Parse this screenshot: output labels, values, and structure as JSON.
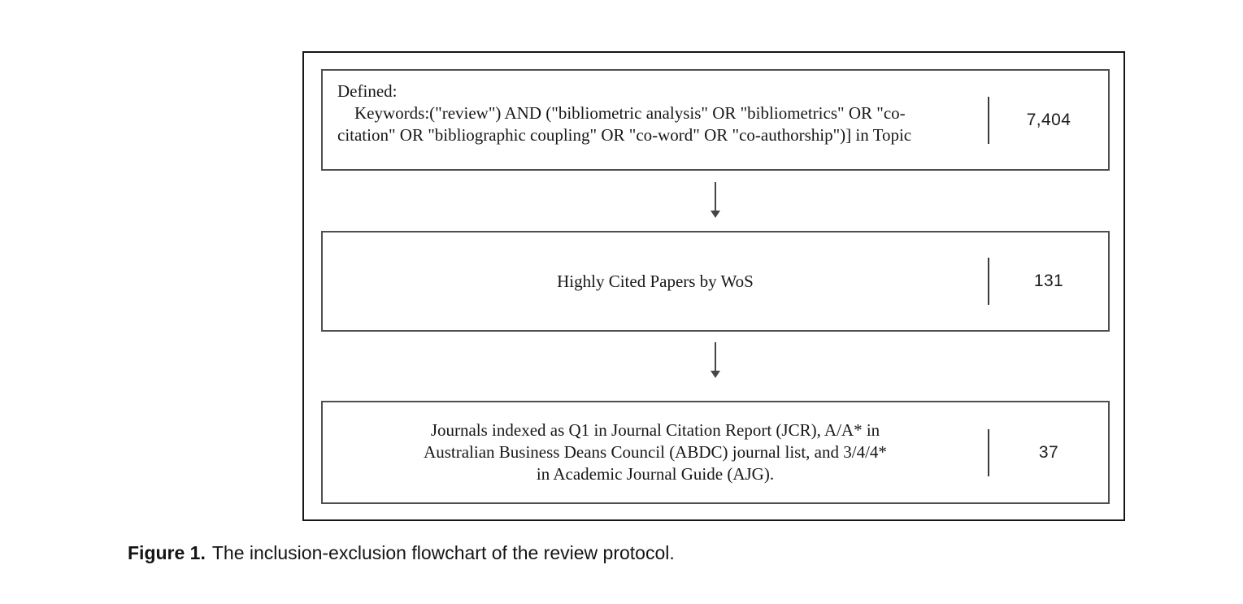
{
  "figure": {
    "caption_label": "Figure 1.",
    "caption_text": "The inclusion-exclusion flowchart of the review protocol."
  },
  "flowchart": {
    "boxes": [
      {
        "name": "search-query",
        "lines": [
          "Defined:",
          "Keywords:(\"review\") AND (\"bibliometric analysis\" OR \"bibliometrics\" OR \"co-",
          "citation\" OR \"bibliographic coupling\" OR \"co-word\" OR \"co-authorship\")] in Topic"
        ],
        "count": "7,404"
      },
      {
        "name": "highly-cited-filter",
        "lines": [
          "Highly Cited Papers by WoS"
        ],
        "count": "131"
      },
      {
        "name": "journal-quality-filter",
        "lines": [
          "Journals indexed as Q1 in Journal Citation Report (JCR), A/A* in",
          "Australian Business Deans Council (ABDC) journal list, and 3/4/4*",
          "in Academic Journal Guide (AJG)."
        ],
        "count": "37"
      }
    ]
  },
  "colors": {
    "outer_border": "#161616",
    "inner_border": "#4f4f4f",
    "text": "#1a1a1a",
    "background": "#ffffff"
  }
}
